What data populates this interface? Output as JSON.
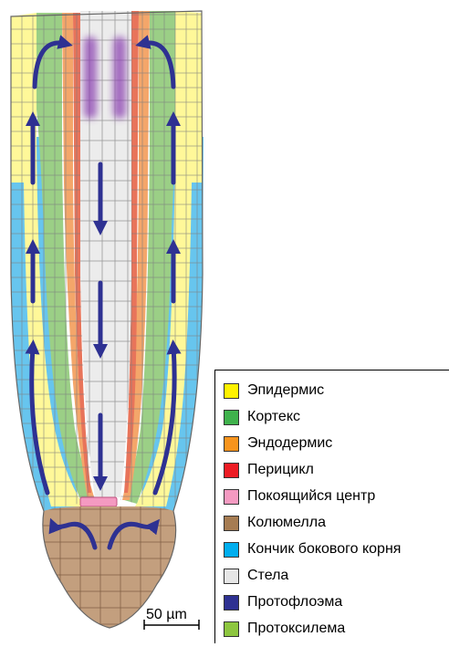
{
  "legend": {
    "items": [
      {
        "label": "Эпидермис",
        "color": "#fff200"
      },
      {
        "label": "Кортекс",
        "color": "#3fb24c"
      },
      {
        "label": "Эндодермис",
        "color": "#f7941d"
      },
      {
        "label": "Перицикл",
        "color": "#ed1c24"
      },
      {
        "label": "Покоящийся центр",
        "color": "#f49ac1"
      },
      {
        "label": "Колюмелла",
        "color": "#a67c52"
      },
      {
        "label": "Кончик бокового корня",
        "color": "#00aeef"
      },
      {
        "label": "Стела",
        "color": "#e6e6e6"
      },
      {
        "label": "Протофлоэма",
        "color": "#2e3192"
      },
      {
        "label": "Протоксилема",
        "color": "#8dc63f"
      }
    ]
  },
  "scale_bar": {
    "label": "50 µm"
  },
  "colors": {
    "epidermis": "#fff899",
    "cortex": "#9bcf86",
    "endodermis": "#f4a66a",
    "pericycle": "#e8745a",
    "stele": "#ececec",
    "lateral_root_cap": "#67c5ee",
    "columella": "#c39f7e",
    "quiescent_center": "#f49ac1",
    "arrow": "#2e3192",
    "auxin_glow": "#8a3fb0",
    "cell_wall": "#8a8a8a"
  }
}
